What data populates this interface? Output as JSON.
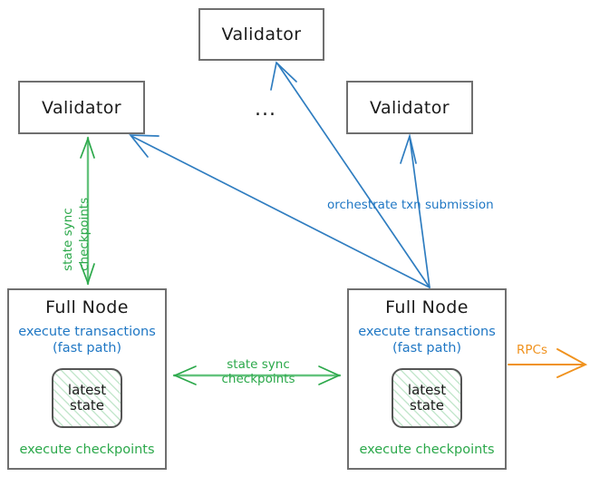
{
  "diagram": {
    "title": "Sui full node / validator architecture diagram",
    "colors": {
      "box_border": "#6f6f6f",
      "text": "#1a1a1a",
      "blue": "#1f77c4",
      "green": "#2ba84a",
      "orange": "#f0921e",
      "background": "#ffffff"
    },
    "nodes": {
      "validator_top": {
        "label": "Validator"
      },
      "validator_left": {
        "label": "Validator"
      },
      "validator_right": {
        "label": "Validator"
      },
      "ellipsis": {
        "label": "..."
      },
      "fullnode_left": {
        "title": "Full Node",
        "subtitle_line1": "execute transactions",
        "subtitle_line2": "(fast path)",
        "state_line1": "latest",
        "state_line2": "state",
        "footer": "execute checkpoints"
      },
      "fullnode_right": {
        "title": "Full Node",
        "subtitle_line1": "execute transactions",
        "subtitle_line2": "(fast path)",
        "state_line1": "latest",
        "state_line2": "state",
        "footer": "execute checkpoints"
      }
    },
    "edges": {
      "state_sync_vertical": {
        "line1": "state sync",
        "line2": "checkpoints",
        "color": "#2ba84a",
        "direction": "bidirectional"
      },
      "state_sync_horizontal": {
        "line1": "state sync",
        "line2": "checkpoints",
        "color": "#2ba84a",
        "direction": "bidirectional"
      },
      "orchestrate": {
        "label": "orchestrate txn submission",
        "color": "#1f77c4",
        "direction": "outgoing-to-validators"
      },
      "rpcs": {
        "label": "RPCs",
        "color": "#f0921e",
        "direction": "outgoing"
      }
    }
  }
}
